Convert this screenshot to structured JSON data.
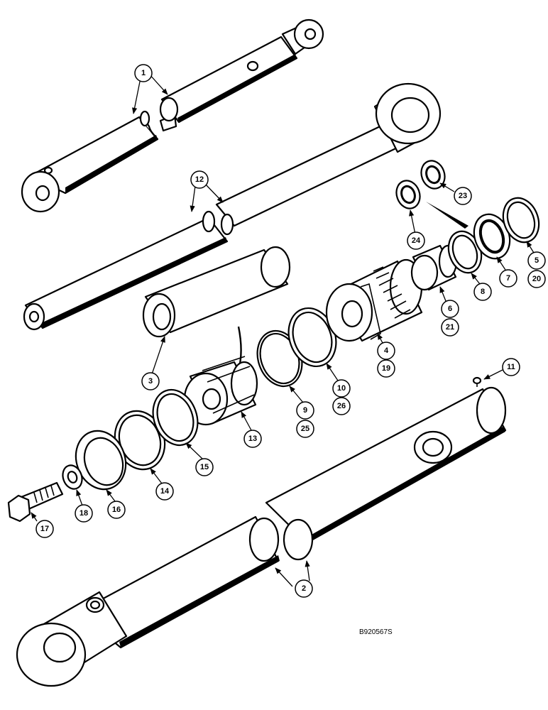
{
  "figure_ref": "B920567S",
  "callouts": {
    "c1": "1",
    "c2": "2",
    "c3": "3",
    "c4": "4",
    "c5": "5",
    "c6": "6",
    "c7": "7",
    "c8": "8",
    "c9": "9",
    "c10": "10",
    "c11": "11",
    "c12": "12",
    "c13": "13",
    "c14": "14",
    "c15": "15",
    "c16": "16",
    "c17": "17",
    "c18": "18",
    "c19": "19",
    "c20": "20",
    "c21": "21",
    "c23": "23",
    "c24": "24",
    "c25": "25",
    "c26": "26"
  }
}
